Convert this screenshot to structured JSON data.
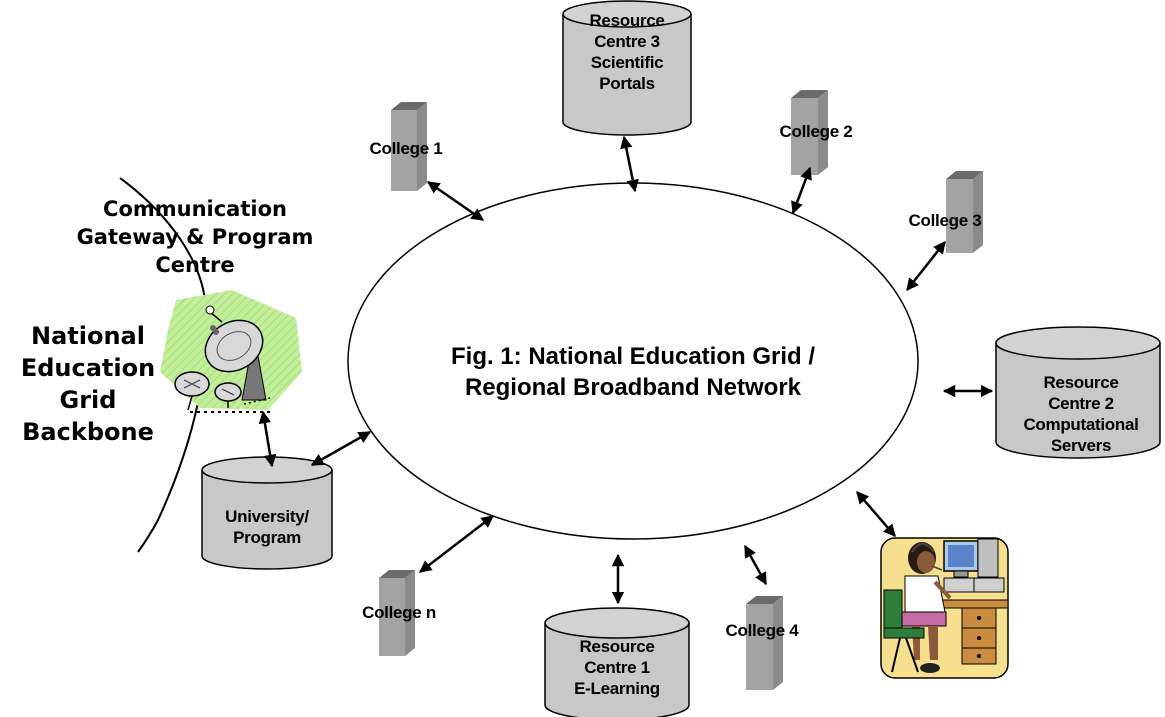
{
  "network": {
    "title_line1": "Fig. 1: National Education Grid /",
    "title_line2": "Regional Broadband Network"
  },
  "backbone": {
    "gateway_line1": "Communication",
    "gateway_line2": "Gateway & Program",
    "gateway_line3": "Centre",
    "grid_line1": "National",
    "grid_line2": "Education",
    "grid_line3": "Grid",
    "grid_line4": "Backbone"
  },
  "nodes": {
    "college1": "College 1",
    "college2": "College 2",
    "college3": "College 3",
    "college4": "College 4",
    "collegen": "College n",
    "rc3_line1": "Resource",
    "rc3_line2": "Centre 3",
    "rc3_line3": "Scientific",
    "rc3_line4": "Portals",
    "rc2_line1": "Resource",
    "rc2_line2": "Centre 2",
    "rc2_line3": "Computational",
    "rc2_line4": "Servers",
    "rc1_line1": "Resource",
    "rc1_line2": "Centre 1",
    "rc1_line3": "E-Learning",
    "uni_line1": "University/",
    "uni_line2": "Program"
  },
  "colors": {
    "server_front": "#a3a3a3",
    "server_top": "#6b6b6b",
    "cylinder_fill": "#c8c8c8",
    "ellipse_stroke": "#000000"
  },
  "icons": [
    "satellite-dish-icon",
    "operator-workstation-icon"
  ]
}
